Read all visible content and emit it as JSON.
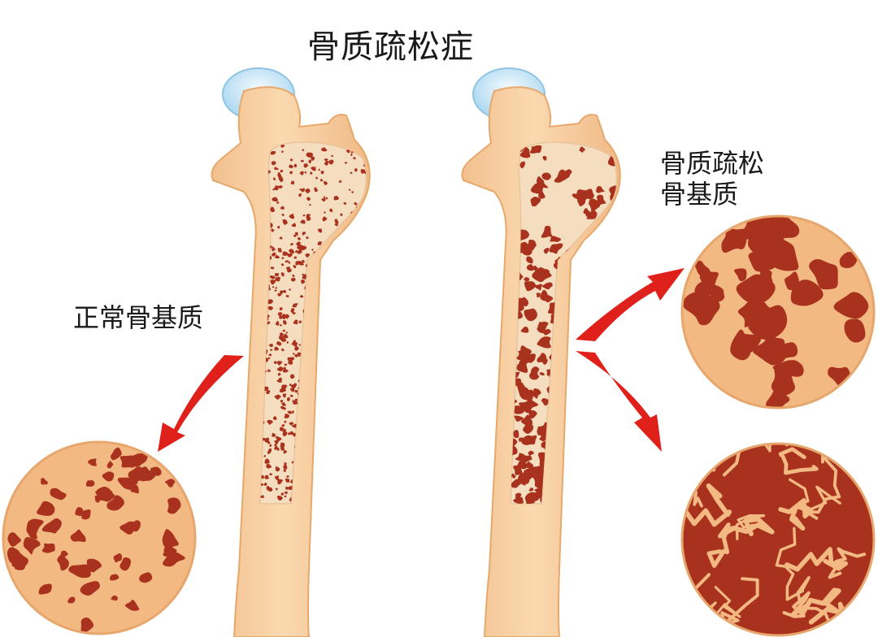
{
  "title": "骨质疏松症",
  "labels": {
    "normal_matrix": "正常骨基质",
    "osteoporotic_matrix_line1": "骨质疏松",
    "osteoporotic_matrix_line2": "骨基质"
  },
  "colors": {
    "bone": "#F8CFA0",
    "bone_outline": "#E6A86B",
    "marrow": "#F5DDBF",
    "pore": "#A8321E",
    "cartilage": "#CFE9F7",
    "arrow": "#E0201A",
    "text": "#1a1a1a"
  },
  "icons": [
    "normal-femur-illustration",
    "osteoporotic-femur-illustration",
    "red-arrow-icon",
    "magnified-bone-circle"
  ]
}
